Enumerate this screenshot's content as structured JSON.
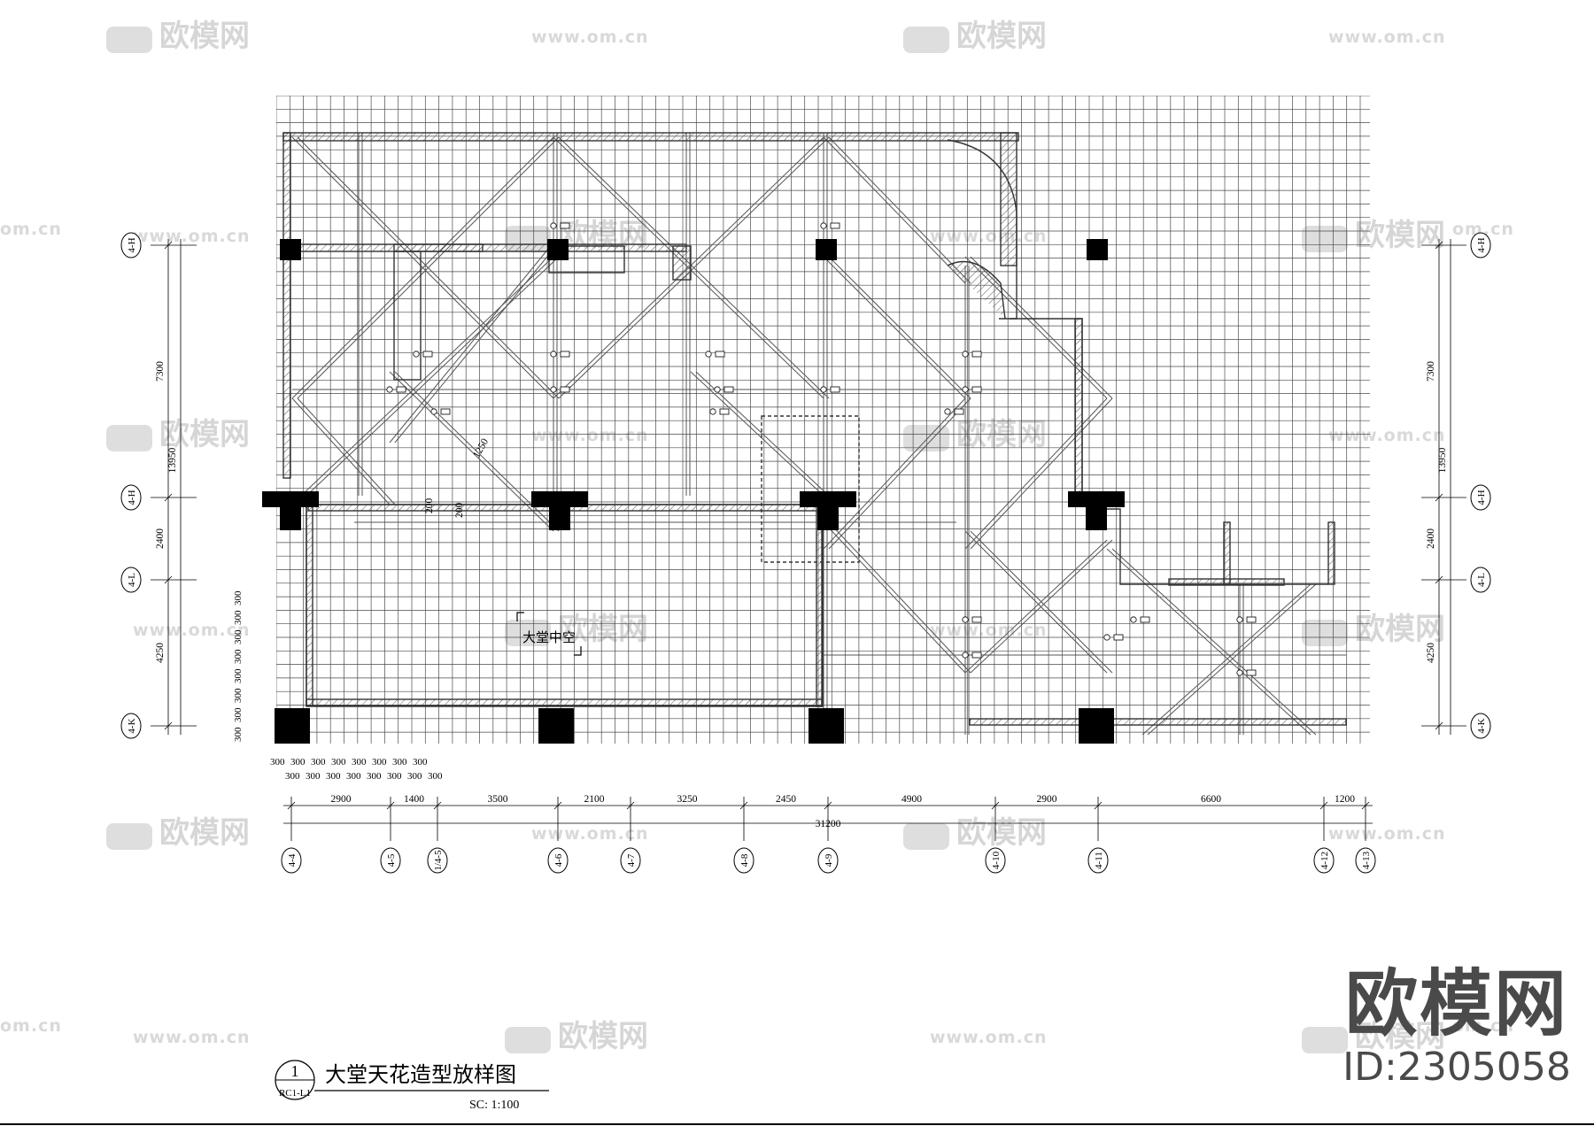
{
  "drawing": {
    "title": "大堂天花造型放样图",
    "scale": "SC:   1:100",
    "detail_number": "1",
    "detail_ref": "RC1-L1",
    "room_label": "大堂中空",
    "overall_width": "31200",
    "overall_height": "13950",
    "bottom_dimensions": [
      "2900",
      "1400",
      "3500",
      "2100",
      "3250",
      "2450",
      "4900",
      "2900",
      "6600",
      "1200"
    ],
    "bottom_grid_labels": [
      "4-4",
      "4-5",
      "1/4-5",
      "4-6",
      "4-7",
      "4-8",
      "4-9",
      "4-10",
      "4-11",
      "4-12",
      "4-13"
    ],
    "side_dimensions": [
      "7300",
      "2400",
      "4250"
    ],
    "side_grid_labels": [
      "4-H",
      "4-H",
      "4-L",
      "4-K"
    ],
    "module_spacing": "300",
    "diagonal_dims": [
      "1250",
      "200",
      "200"
    ],
    "accent_color": "#000000"
  },
  "watermark": {
    "logo_text": "欧模网",
    "url": "www.om.cn",
    "url_short": "om.cn"
  },
  "brand": {
    "name": "欧模网",
    "id": "ID:2305058"
  }
}
